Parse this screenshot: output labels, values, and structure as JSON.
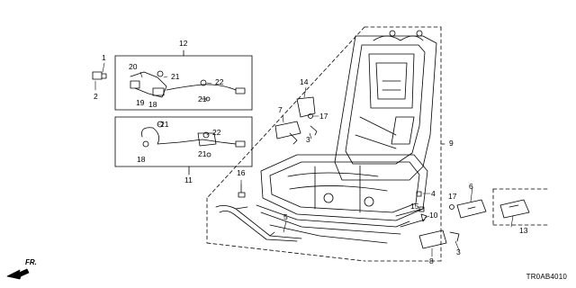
{
  "diagram": {
    "diagram_code": "TR0AB4010",
    "direction_label": "FR.",
    "callouts": [
      "1",
      "2",
      "3",
      "3",
      "4",
      "5",
      "6",
      "7",
      "8",
      "9",
      "10",
      "11",
      "12",
      "13",
      "14",
      "15",
      "16",
      "17",
      "17",
      "18",
      "18",
      "19",
      "20",
      "21",
      "21",
      "21",
      "21",
      "22",
      "22"
    ]
  },
  "colors": {
    "line": "#000000",
    "background": "#ffffff"
  }
}
